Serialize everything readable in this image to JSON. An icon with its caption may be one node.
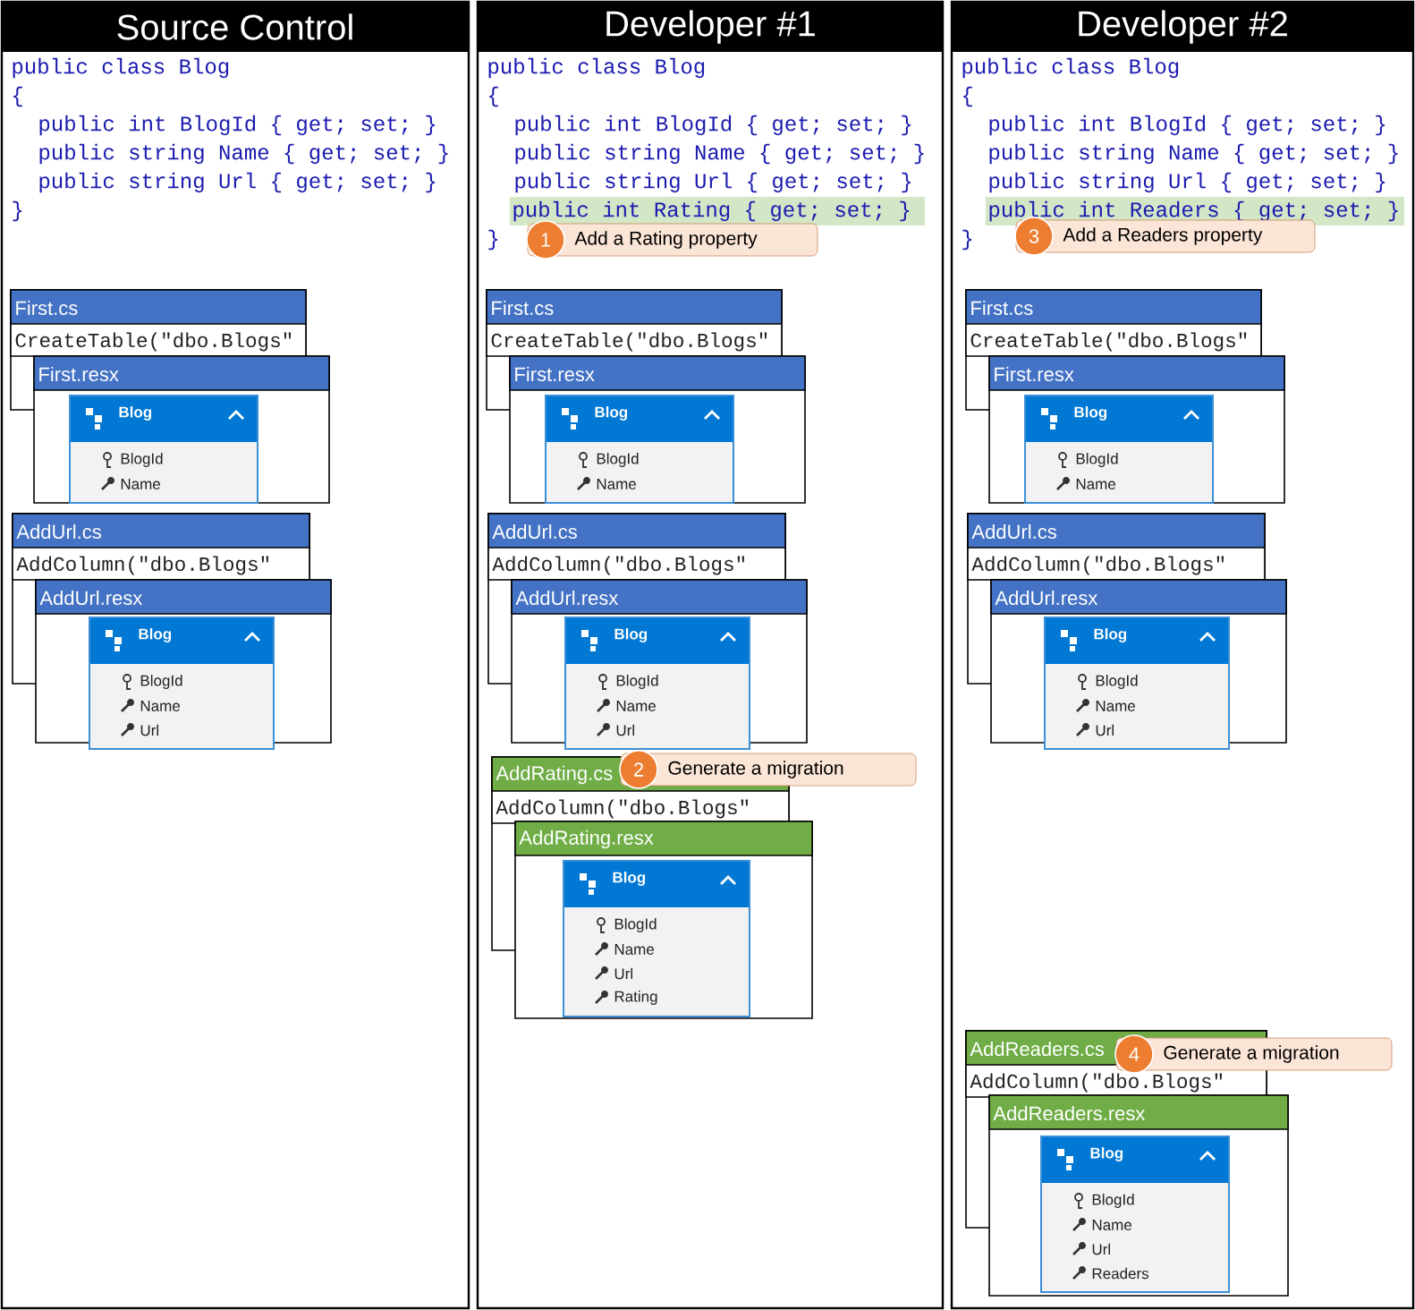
{
  "diagram": {
    "nodes": [
      {
        "text": [
          "Source Control",
          "public class Blog",
          "{",
          "public int BlogId { get; set; }",
          "public string Name { get; set; }",
          "public string Url { get; set; }",
          "}"
        ]
      },
      {
        "text": [
          "First.cs",
          "CreateTable(\"dbo.Blogs\""
        ],
        "in": 0
      },
      {
        "text": [
          "First.resx"
        ],
        "in": 0
      },
      {
        "text": [
          "Blog",
          "BlogId",
          "Name"
        ],
        "in": 2
      },
      {
        "text": [
          "AddUrl.cs",
          "AddColumn(\"dbo.Blogs\""
        ],
        "in": 0
      },
      {
        "text": [
          "AddUrl.resx"
        ],
        "in": 0
      },
      {
        "text": [
          "Blog",
          "BlogId",
          "Name",
          "Url"
        ],
        "in": 5
      },
      {
        "text": [
          "Developer #1",
          "public class Blog",
          "{",
          "public int BlogId { get; set; }",
          "public string Name { get; set; }",
          "public string Url { get; set; }",
          "}"
        ]
      },
      {
        "text": [
          "public int Rating { get; set; }"
        ],
        "in": 7
      },
      {
        "text": [
          "1",
          "Add a Rating property"
        ],
        "in": 7
      },
      {
        "text": [
          "First.cs",
          "CreateTable(\"dbo.Blogs\""
        ],
        "in": 7
      },
      {
        "text": [
          "First.resx"
        ],
        "in": 7
      },
      {
        "text": [
          "Blog",
          "BlogId",
          "Name"
        ],
        "in": 11
      },
      {
        "text": [
          "AddUrl.cs",
          "AddColumn(\"dbo.Blogs\""
        ],
        "in": 7
      },
      {
        "text": [
          "AddUrl.resx"
        ],
        "in": 7
      },
      {
        "text": [
          "Blog",
          "BlogId",
          "Name",
          "Url"
        ],
        "in": 14
      },
      {
        "text": [
          "AddRating.cs",
          "AddColumn(\"dbo.Blogs\""
        ],
        "in": 7
      },
      {
        "text": [
          "2",
          "Generate a migration"
        ],
        "in": 7
      },
      {
        "text": [
          "AddRating.resx"
        ],
        "in": 7
      },
      {
        "text": [
          "Blog",
          "BlogId",
          "Name",
          "Url",
          "Rating"
        ],
        "in": 18
      },
      {
        "text": [
          "Developer #2",
          "public class Blog",
          "{",
          "public int BlogId { get; set; }",
          "public string Name { get; set; }",
          "public string Url { get; set; }",
          "}"
        ]
      },
      {
        "text": [
          "public int Readers { get; set; }"
        ],
        "in": 20
      },
      {
        "text": [
          "3",
          "Add a Readers property"
        ],
        "in": 20
      },
      {
        "text": [
          "First.cs",
          "CreateTable(\"dbo.Blogs\""
        ],
        "in": 20
      },
      {
        "text": [
          "First.resx"
        ],
        "in": 20
      },
      {
        "text": [
          "Blog",
          "BlogId",
          "Name"
        ],
        "in": 24
      },
      {
        "text": [
          "AddUrl.cs",
          "AddColumn(\"dbo.Blogs\""
        ],
        "in": 20
      },
      {
        "text": [
          "AddUrl.resx"
        ],
        "in": 20
      },
      {
        "text": [
          "Blog",
          "BlogId",
          "Name",
          "Url"
        ],
        "in": 27
      },
      {
        "text": [
          "AddReaders.cs",
          "AddColumn(\"dbo.Blogs\""
        ],
        "in": 20
      },
      {
        "text": [
          "4",
          "Generate a migration"
        ],
        "in": 20
      },
      {
        "text": [
          "AddReaders.resx"
        ],
        "in": 20
      },
      {
        "text": [
          "Blog",
          "BlogId",
          "Name",
          "Url",
          "Readers"
        ],
        "in": 31
      }
    ]
  }
}
